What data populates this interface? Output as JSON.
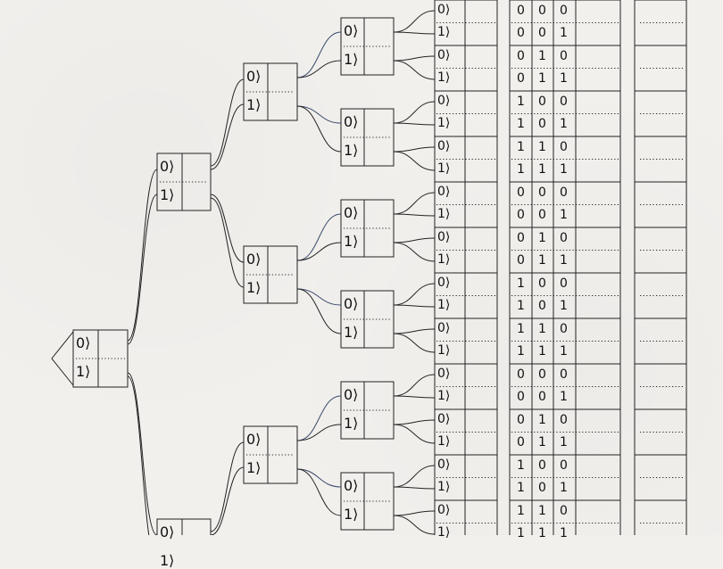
{
  "diagram": {
    "ket_zero": "0⟩",
    "ket_one": "1⟩",
    "bit_zero": "0",
    "bit_one": "1",
    "ellipsis": "…………",
    "link_color": "#3a4a6b",
    "line_color": "#222222",
    "paper_color": "#f2f0ed",
    "basis_states": [
      [
        "0",
        "0",
        "0"
      ],
      [
        "0",
        "0",
        "1"
      ],
      [
        "0",
        "1",
        "0"
      ],
      [
        "0",
        "1",
        "1"
      ],
      [
        "1",
        "0",
        "0"
      ],
      [
        "1",
        "0",
        "1"
      ],
      [
        "1",
        "1",
        "0"
      ],
      [
        "1",
        "1",
        "1"
      ]
    ]
  }
}
